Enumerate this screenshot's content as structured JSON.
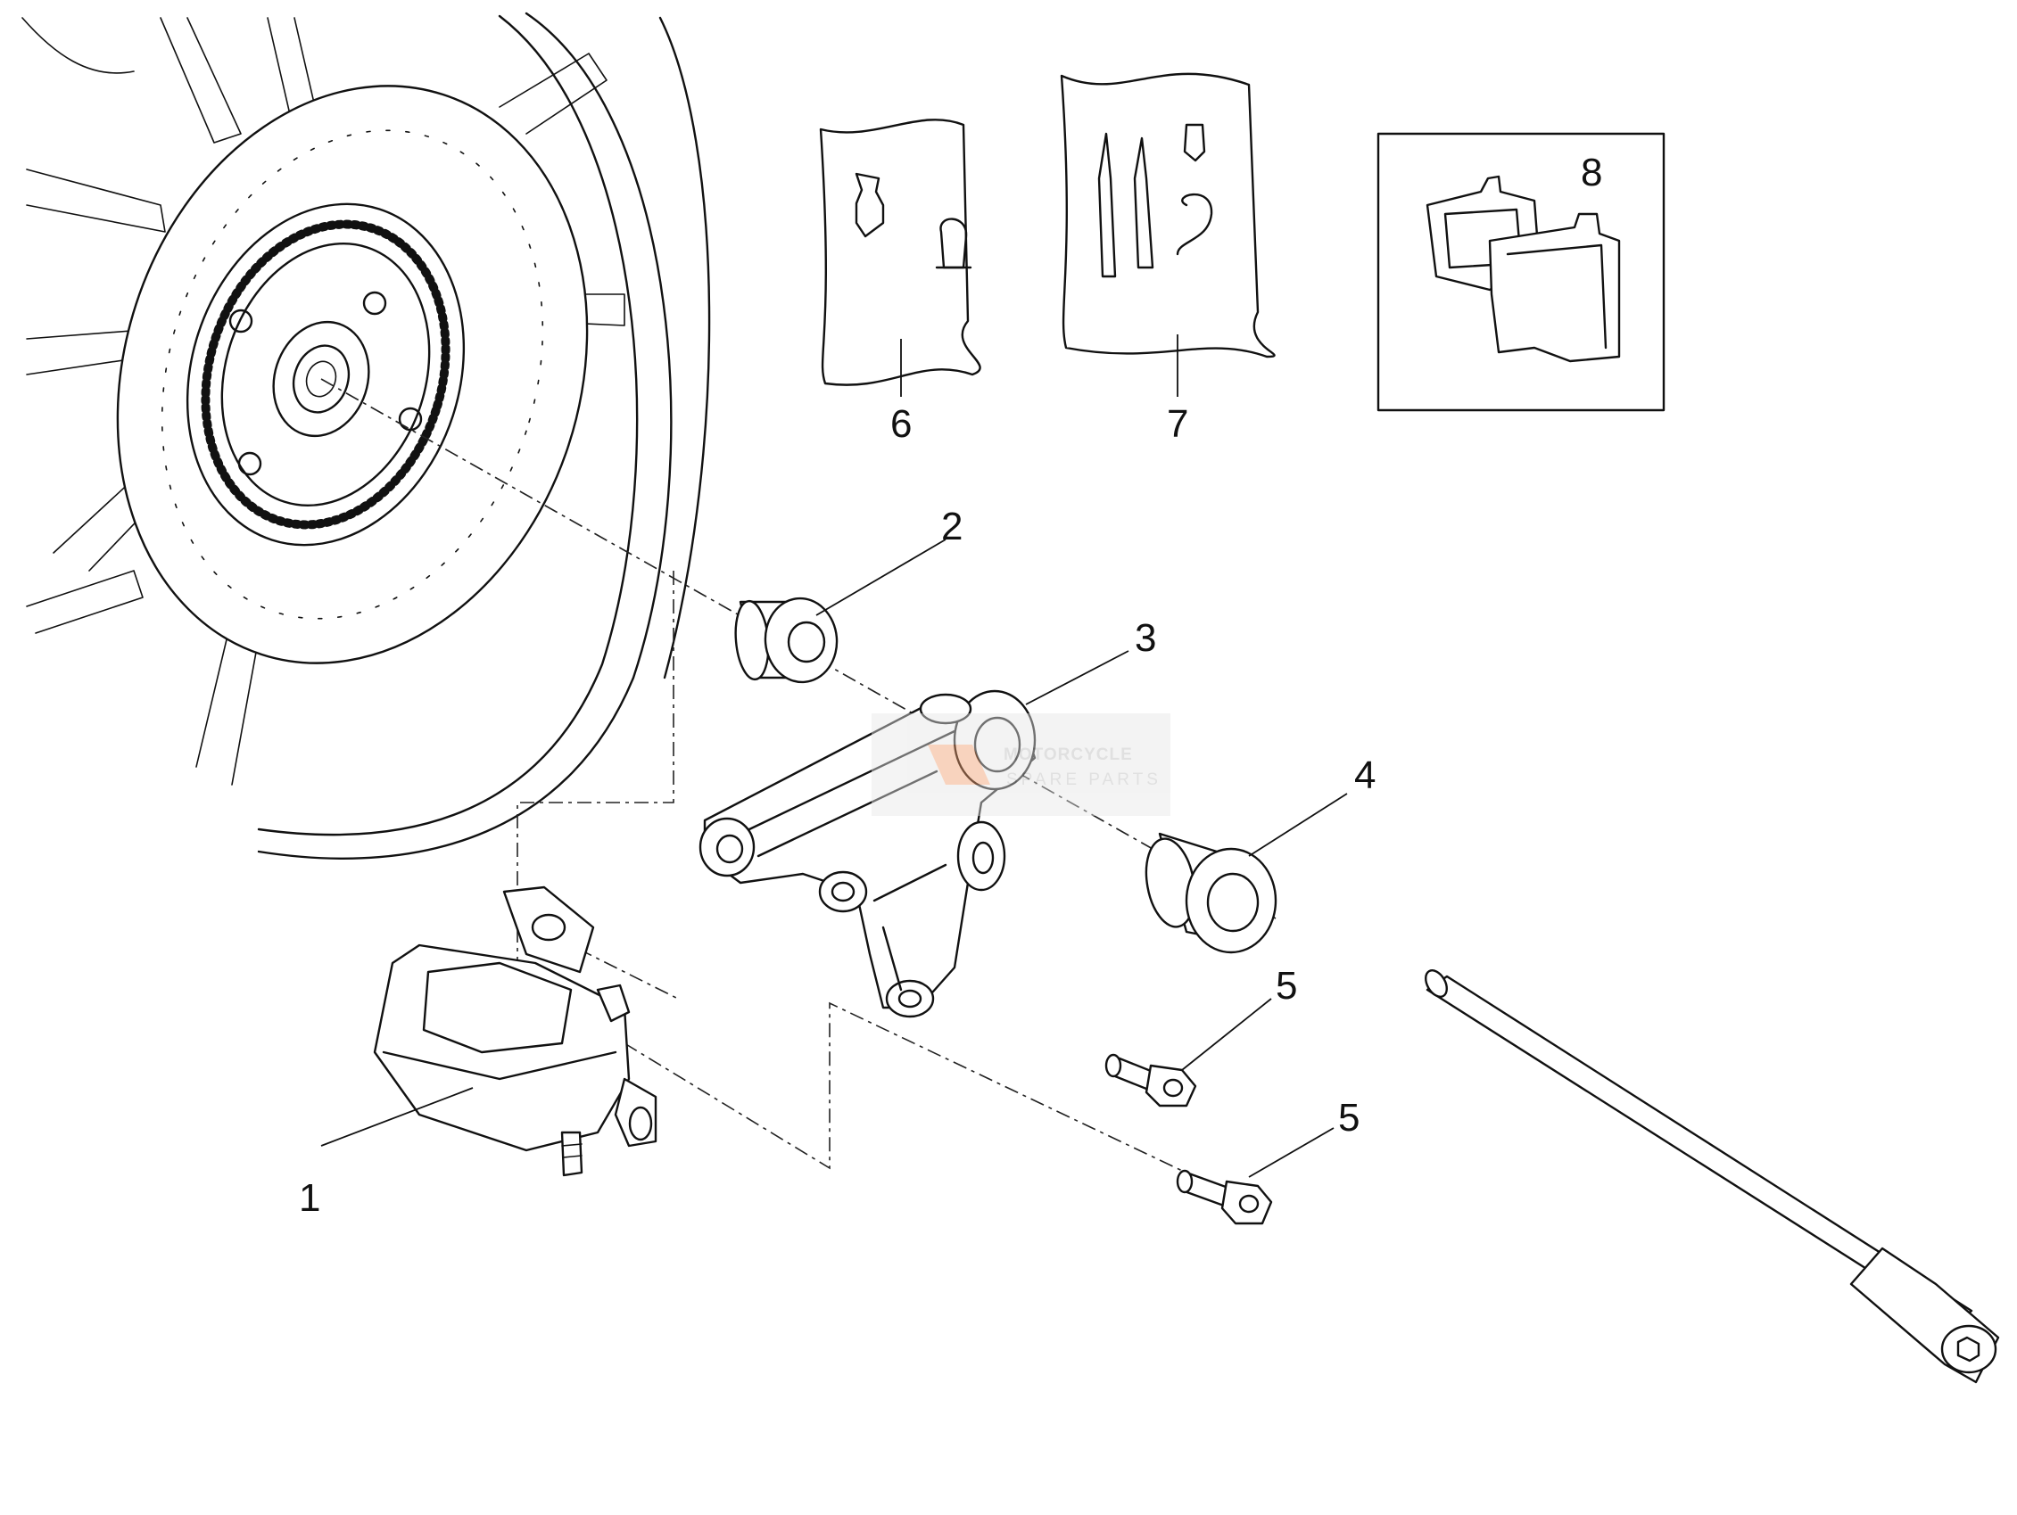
{
  "callouts": [
    {
      "id": "brake-caliper",
      "number": "1"
    },
    {
      "id": "spacer-short",
      "number": "2"
    },
    {
      "id": "caliper-bracket",
      "number": "3"
    },
    {
      "id": "spacer-long",
      "number": "4"
    },
    {
      "id": "screw-upper",
      "number": "5"
    },
    {
      "id": "screw-lower",
      "number": "5"
    },
    {
      "id": "pin-kit",
      "number": "6"
    },
    {
      "id": "pin-spring-kit",
      "number": "7"
    },
    {
      "id": "brake-pads",
      "number": "8"
    }
  ],
  "watermark": {
    "line1": "MOTORCYCLE",
    "line2": "SPARE PARTS",
    "accent_color": "#f0a070"
  },
  "colors": {
    "line": "#111111",
    "background": "#ffffff"
  }
}
